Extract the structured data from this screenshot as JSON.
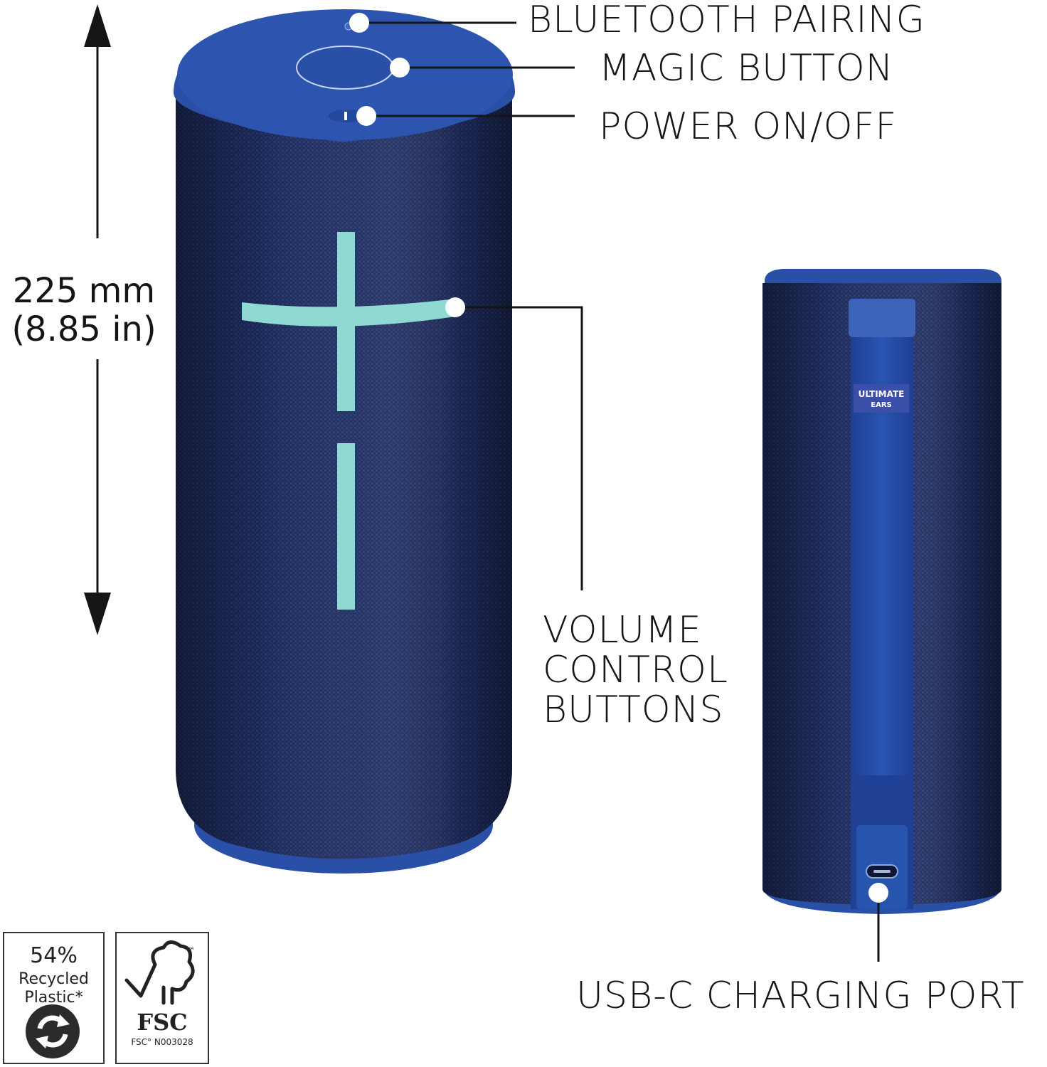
{
  "dimension": {
    "metric": "225 mm",
    "imperial": "(8.85 in)"
  },
  "callouts": {
    "bluetooth_pairing": "BLUETOOTH PAIRING",
    "magic_button": "MAGIC BUTTON",
    "power": "POWER ON/OFF",
    "volume_line1": "VOLUME",
    "volume_line2": "CONTROL",
    "volume_line3": "BUTTONS",
    "usb_c": "USB-C CHARGING PORT"
  },
  "brand": {
    "line1": "ULTIMATE",
    "line2": "EARS"
  },
  "badges": {
    "recycled_percent": "54%",
    "recycled_line1": "Recycled",
    "recycled_line2": "Plastic*",
    "fsc_mark": "FSC",
    "fsc_tm": "™",
    "fsc_code": "FSC° N003028"
  },
  "colors": {
    "speaker_body": "#1b2a5e",
    "speaker_cap": "#2a4fa6",
    "volume_symbols": "#8fd9d2",
    "callout_dot": "#ffffff",
    "line": "#151515"
  }
}
